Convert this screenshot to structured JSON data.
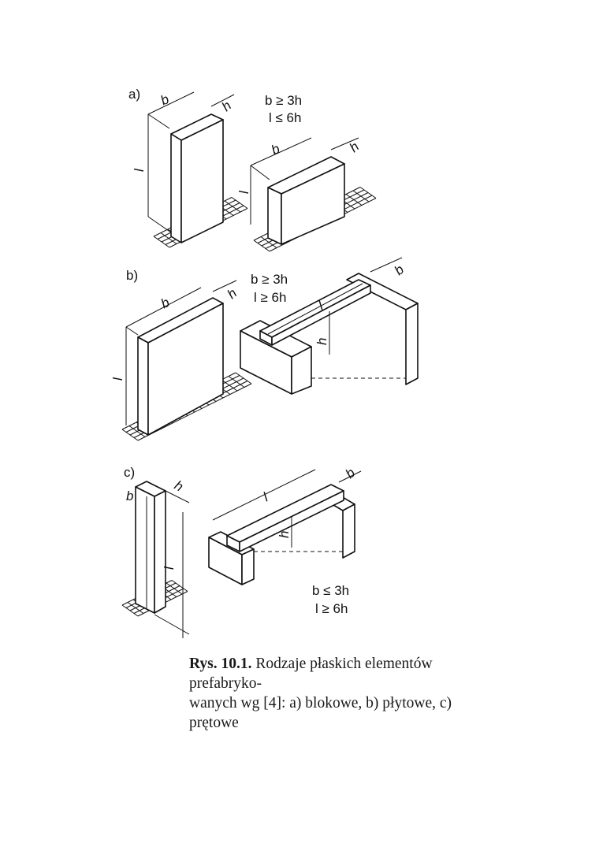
{
  "figure": {
    "parts": [
      {
        "label": "a)",
        "rule_b": "b ≥ 3h",
        "rule_l": "l ≤ 6h"
      },
      {
        "label": "b)",
        "rule_b": "b ≥ 3h",
        "rule_l": "l ≥ 6h"
      },
      {
        "label": "c)",
        "rule_b": "b ≤ 3h",
        "rule_l": "l ≥ 6h"
      }
    ],
    "dims": {
      "b": "b",
      "h": "h",
      "l": "l"
    }
  },
  "caption": {
    "number": "Rys. 10.1.",
    "line1": "Rodzaje płaskich elementów prefabryko-",
    "line2": "wanych wg [4]: a) blokowe, b) płytowe, c) prętowe"
  }
}
